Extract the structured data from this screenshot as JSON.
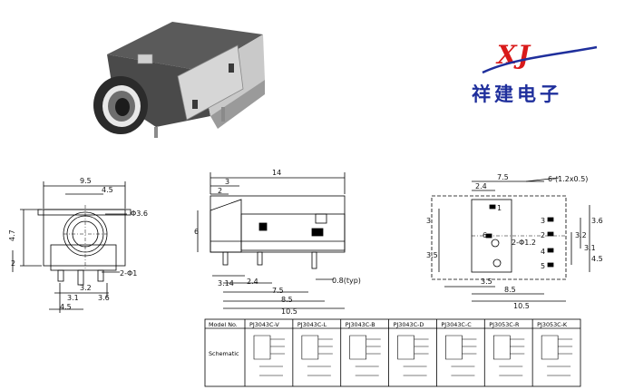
{
  "logo": {
    "mark": "XJ",
    "company": "祥建电子"
  },
  "front_view": {
    "dims": {
      "width_top": "9.5",
      "width_mid": "4.5",
      "hole_dia": "Φ3.6",
      "height": "4.7",
      "bottom_h": "2",
      "pin_dia": "2-Φ1",
      "pitch_a": "3.2",
      "pitch_b": "3.1",
      "pitch_c": "3.6",
      "offset": "4.5"
    }
  },
  "side_view": {
    "dims": {
      "length": "14",
      "top_a": "3",
      "top_b": "2",
      "height": "6",
      "pin_a": "3.14",
      "pin_b": "2.4",
      "span_a": "7.5",
      "span_b": "8.5",
      "total": "10.5",
      "pin_thk": "0.8(typ)"
    }
  },
  "pcb_view": {
    "dims": {
      "top_span": "7.5",
      "top_off": "2.4",
      "pads": "6-(1.2x0.5)",
      "hole_dia": "2-Φ1.2",
      "left_h": "3",
      "left_h2": "3.5",
      "right_a": "3.6",
      "right_b": "3.2",
      "right_c": "3.1",
      "right_d": "4.5",
      "bottom_a": "3.5",
      "bottom_b": "8.5",
      "bottom_c": "10.5"
    },
    "pin_labels": [
      "1",
      "3",
      "2",
      "4",
      "5",
      "6"
    ]
  },
  "table": {
    "row_labels": [
      "Model No.",
      "Schematic"
    ],
    "models": [
      "PJ3043C-V",
      "PJ3043C-L",
      "PJ3043C-B",
      "PJ3043C-D",
      "PJ3043C-C",
      "PJ3053C-R",
      "PJ3053C-K"
    ]
  }
}
